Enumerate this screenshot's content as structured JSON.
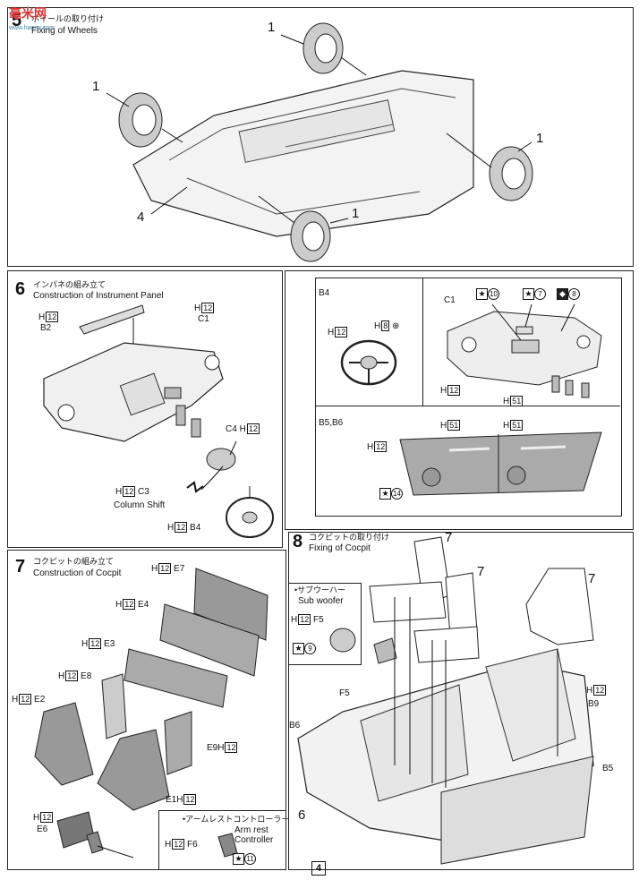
{
  "watermark": {
    "text": "毫米网",
    "sub": "www.haomi.com"
  },
  "step5": {
    "num": "5",
    "ja": "ホイールの取り付け",
    "en": "Fixing of Wheels",
    "part_1": "1",
    "part_4": "4"
  },
  "step6": {
    "num": "6",
    "ja": "インパネの組み立て",
    "en": "Construction of Instrument Panel",
    "h12": "H",
    "h12n": "12",
    "b2": "B2",
    "c1": "C1",
    "c4": "C4",
    "c3": "C3",
    "b4": "B4",
    "column_shift": "Column Shift"
  },
  "detail_box": {
    "b4": "B4",
    "h": "H",
    "n12": "12",
    "n8": "8",
    "c1": "C1",
    "n51": "51",
    "s10": "10",
    "s7": "7",
    "s8": "8",
    "b5b6": "B5,B6",
    "s14": "14"
  },
  "step7": {
    "num": "7",
    "ja": "コクピットの組み立て",
    "en": "Construction of Cocpit",
    "e7": "E7",
    "e4": "E4",
    "e3": "E3",
    "e8": "E8",
    "e2": "E2",
    "e9": "E9",
    "e1": "E1",
    "e6": "E6",
    "f6": "F6",
    "h": "H",
    "n12": "12",
    "armrest_ja": "•アームレストコントローラー",
    "armrest_en1": "Arm rest",
    "armrest_en2": "Controller",
    "s11": "11"
  },
  "step8": {
    "num": "8",
    "ja": "コクピットの取り付け",
    "en": "Fixing of Cocpit",
    "sub_ja": "•サブウーハー",
    "sub_en": "Sub woofer",
    "f5": "F5",
    "s9": "9",
    "h": "H",
    "n12": "12",
    "b6": "B6",
    "b9": "B9",
    "b5": "B5",
    "seven": "7",
    "six": "6"
  },
  "page_number": "4"
}
